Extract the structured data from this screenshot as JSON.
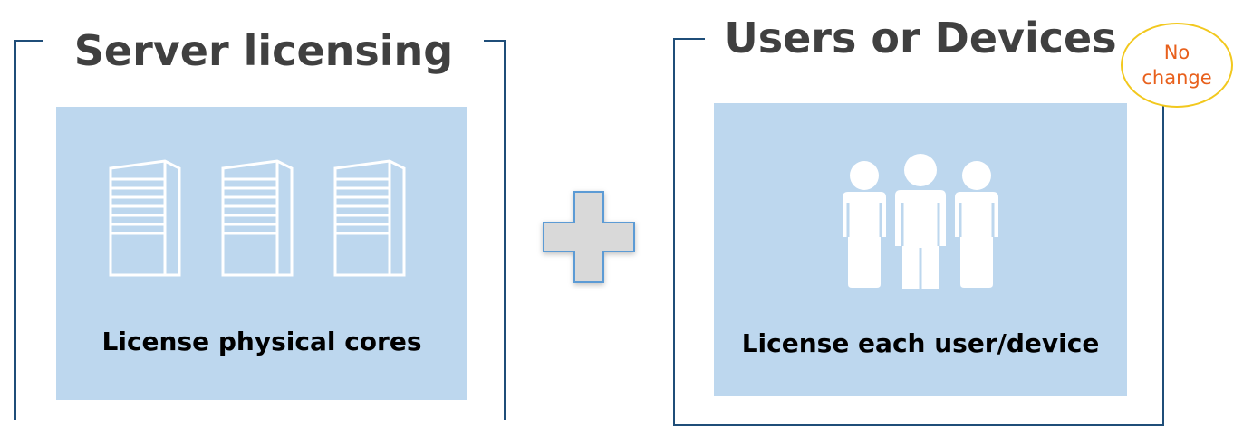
{
  "left_section": {
    "title": "Server licensing",
    "caption": "License physical cores",
    "icons": [
      "server-icon",
      "server-icon",
      "server-icon"
    ]
  },
  "connector": {
    "icon": "plus-icon"
  },
  "right_section": {
    "title": "Users or Devices",
    "caption": "License each user/device",
    "icons": [
      "users-group-icon"
    ]
  },
  "badge": {
    "line1": "No",
    "line2": "change"
  },
  "colors": {
    "bracket": "#1f4e79",
    "panel": "#bdd7ee",
    "title": "#404040",
    "badge_border": "#f2c81e",
    "badge_text": "#e8601c",
    "plus_fill": "#d9d9d9",
    "plus_border": "#5b9bd5"
  }
}
